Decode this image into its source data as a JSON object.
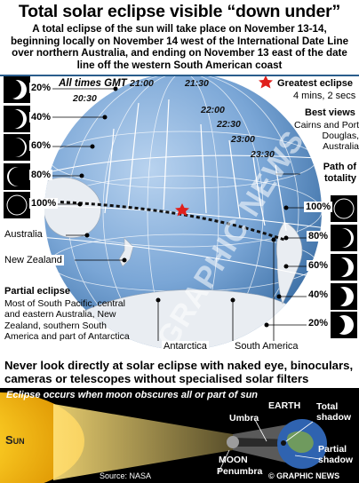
{
  "title": "Total solar eclipse visible “down under”",
  "intro": "A total eclipse of the sun will take place on November 13-14, beginning locally on November 14 west of the International Date Line over northern Australia, and ending on November 13 east of the date line off the western South American coast",
  "map": {
    "time_header": "All times GMT",
    "times": [
      "20:30",
      "21:00",
      "21:30",
      "22:00",
      "22:30",
      "23:00",
      "23:30"
    ],
    "greatest_title": "Greatest eclipse",
    "greatest_duration": "4 mins, 2 secs",
    "best_views_title": "Best views",
    "best_views_text": "Cairns and Port Douglas, Australia",
    "path_label": "Path of totality",
    "places": [
      "Australia",
      "New Zealand",
      "Antarctica",
      "South America"
    ],
    "partial_title": "Partial eclipse",
    "partial_text": "Most of South Pacific, central and eastern Australia, New Zealand, southern South America and part of Antarctica",
    "watermark": "GRAPHIC NEWS"
  },
  "phases_left": [
    "20%",
    "40%",
    "60%",
    "80%",
    "100%"
  ],
  "phases_right": [
    "100%",
    "80%",
    "60%",
    "40%",
    "20%"
  ],
  "warning": "Never look directly at solar eclipse with naked eye, binoculars, cameras or telescopes without specialised solar filters",
  "diagram": {
    "header": "Eclipse occurs when moon obscures all or part of sun",
    "sun": "Sun",
    "umbra": "Umbra",
    "earth": "EARTH",
    "moon": "MOON",
    "penumbra": "Penumbra",
    "total_shadow": "Total shadow",
    "partial_shadow": "Partial shadow",
    "source": "Source: NASA",
    "credit": "© GRAPHIC NEWS"
  },
  "colors": {
    "globe": "#7aa6d6",
    "globe_dark": "#3f78b5",
    "band": "#ffffff",
    "path": "#111111",
    "star": "#e0201c",
    "diagram_bg": "#000000",
    "sun_glow": "#f5b400"
  }
}
